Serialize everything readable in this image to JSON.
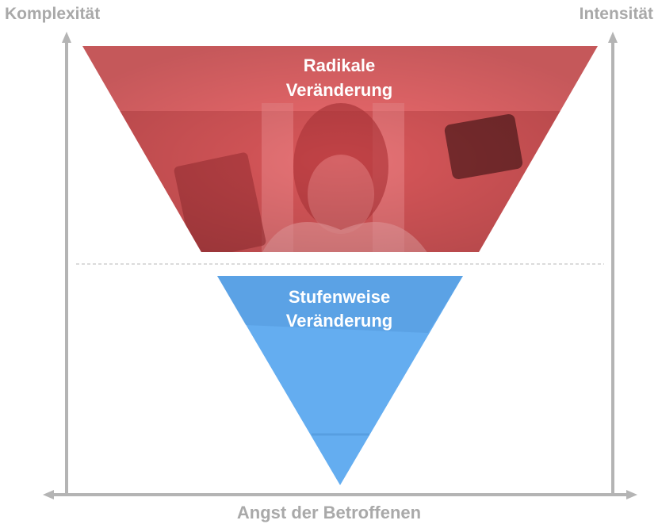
{
  "axes": {
    "left_label": "Komplexität",
    "right_label": "Intensität",
    "bottom_label": "Angst der Betroffenen"
  },
  "levels": {
    "top": {
      "line1": "Radikale",
      "line2": "Veränderung",
      "color": "#f06b6e"
    },
    "bottom": {
      "line1": "Stufenweise",
      "line2": "Veränderung",
      "color": "#64adf0"
    }
  },
  "colors": {
    "axis": "#b4b4b4",
    "label": "#a9a9a9",
    "divider": "#cfcfcf"
  }
}
